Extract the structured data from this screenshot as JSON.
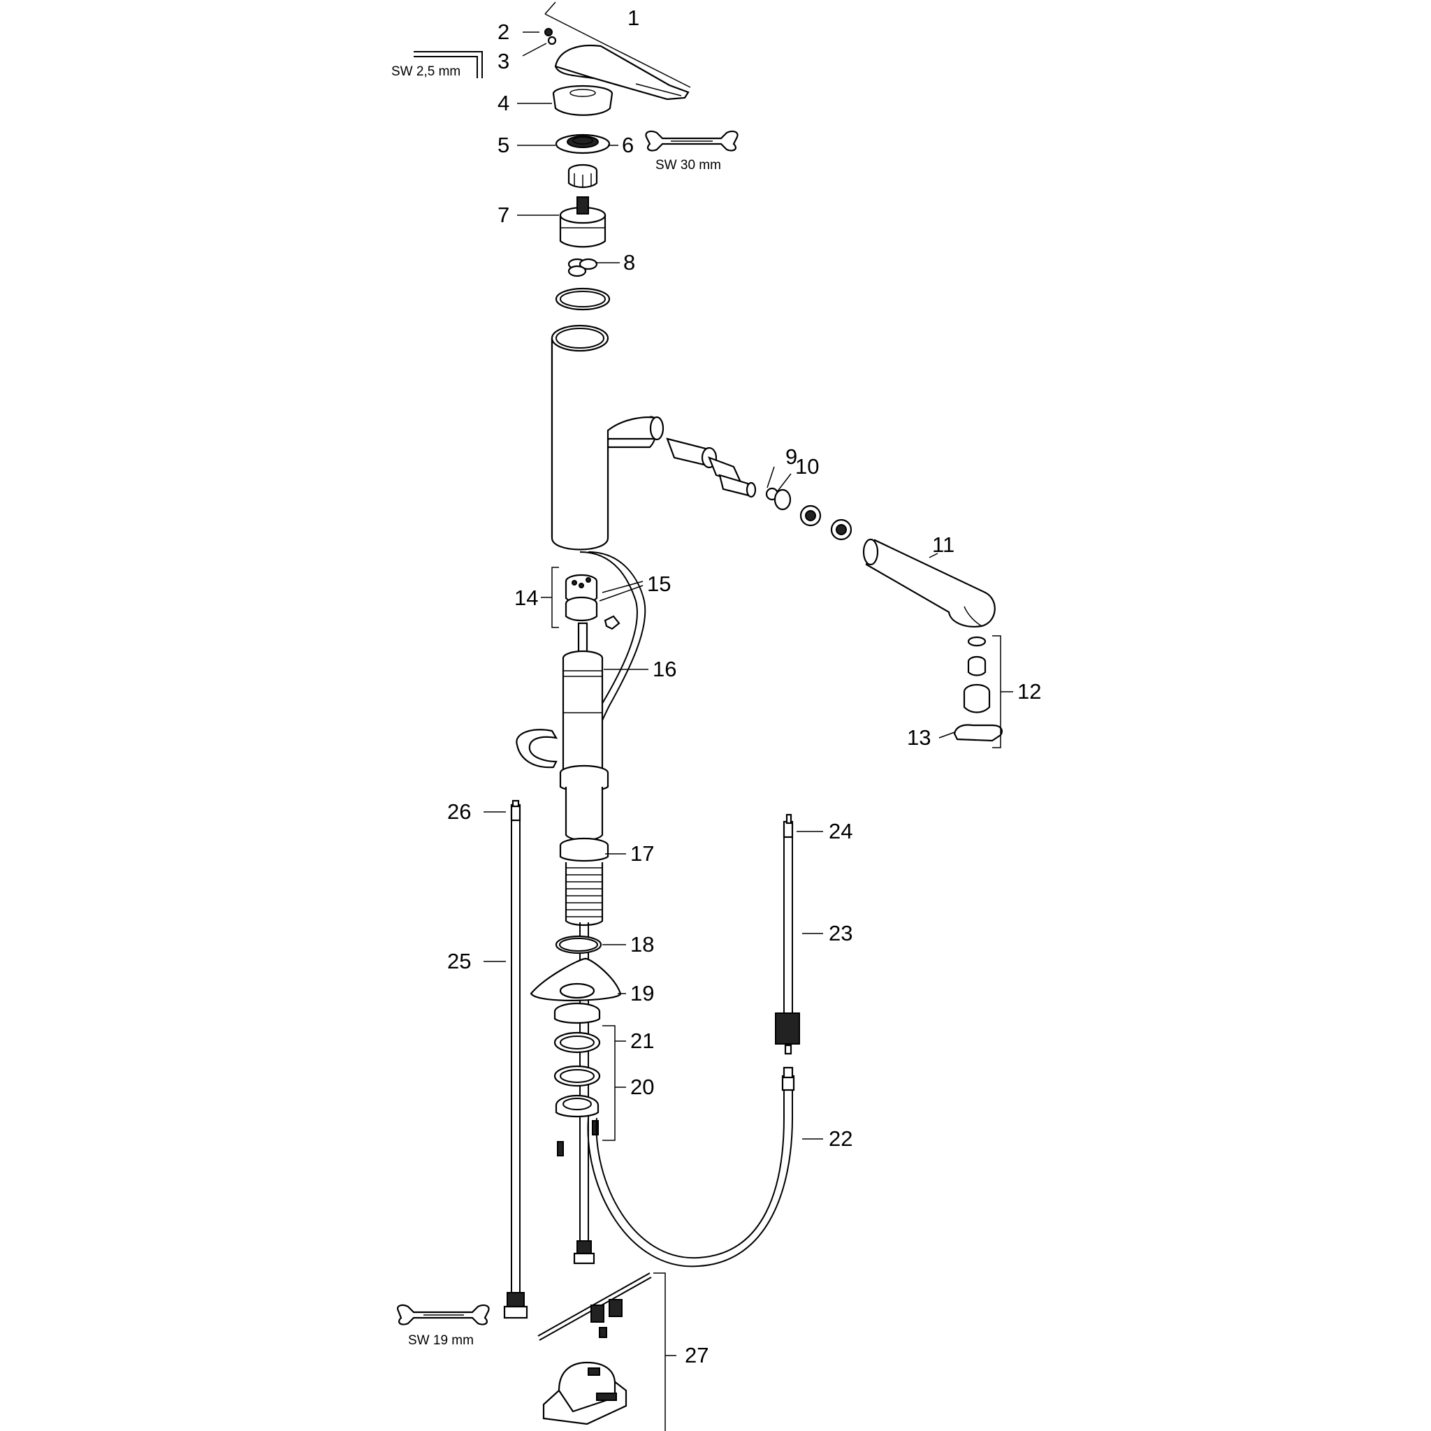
{
  "diagram": {
    "callouts": [
      "1",
      "2",
      "3",
      "4",
      "5",
      "6",
      "7",
      "8",
      "9",
      "10",
      "11",
      "12",
      "13",
      "14",
      "15",
      "16",
      "17",
      "18",
      "19",
      "20",
      "21",
      "22",
      "23",
      "24",
      "25",
      "26",
      "27"
    ],
    "tools": {
      "hex_key": "SW 2,5 mm",
      "wrench_large": "SW 30 mm",
      "wrench_small": "SW 19 mm"
    }
  }
}
